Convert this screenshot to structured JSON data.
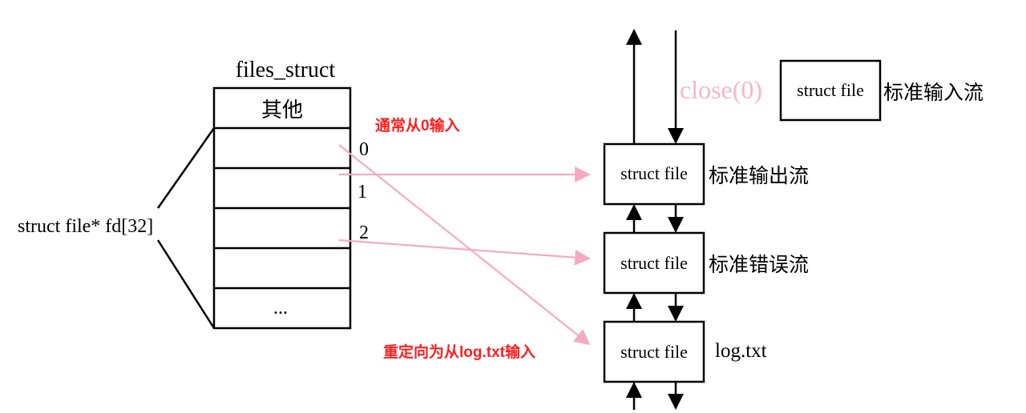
{
  "files_struct": {
    "title": "files_struct",
    "other_cell": "其他",
    "ellipsis_cell": "...",
    "fd_array_label": "struct file* fd[32]",
    "indices": [
      "0",
      "1",
      "2"
    ]
  },
  "annotations": {
    "normal_input": "通常从0输入",
    "redirect_input": "重定向为从log.txt输入",
    "close_call": "close(0)"
  },
  "file_nodes": {
    "closed_stdin": {
      "label": "struct file",
      "name": "标准输入流"
    },
    "stdout": {
      "label": "struct file",
      "name": "标准输出流"
    },
    "stderr": {
      "label": "struct file",
      "name": "标准错误流"
    },
    "logfile": {
      "label": "struct file",
      "name": "log.txt"
    }
  },
  "colors": {
    "ink": "#000000",
    "annotation_red": "#ff1f1f",
    "pointer_pink": "#f6a9c4",
    "close_pink": "#f4b6cc"
  }
}
